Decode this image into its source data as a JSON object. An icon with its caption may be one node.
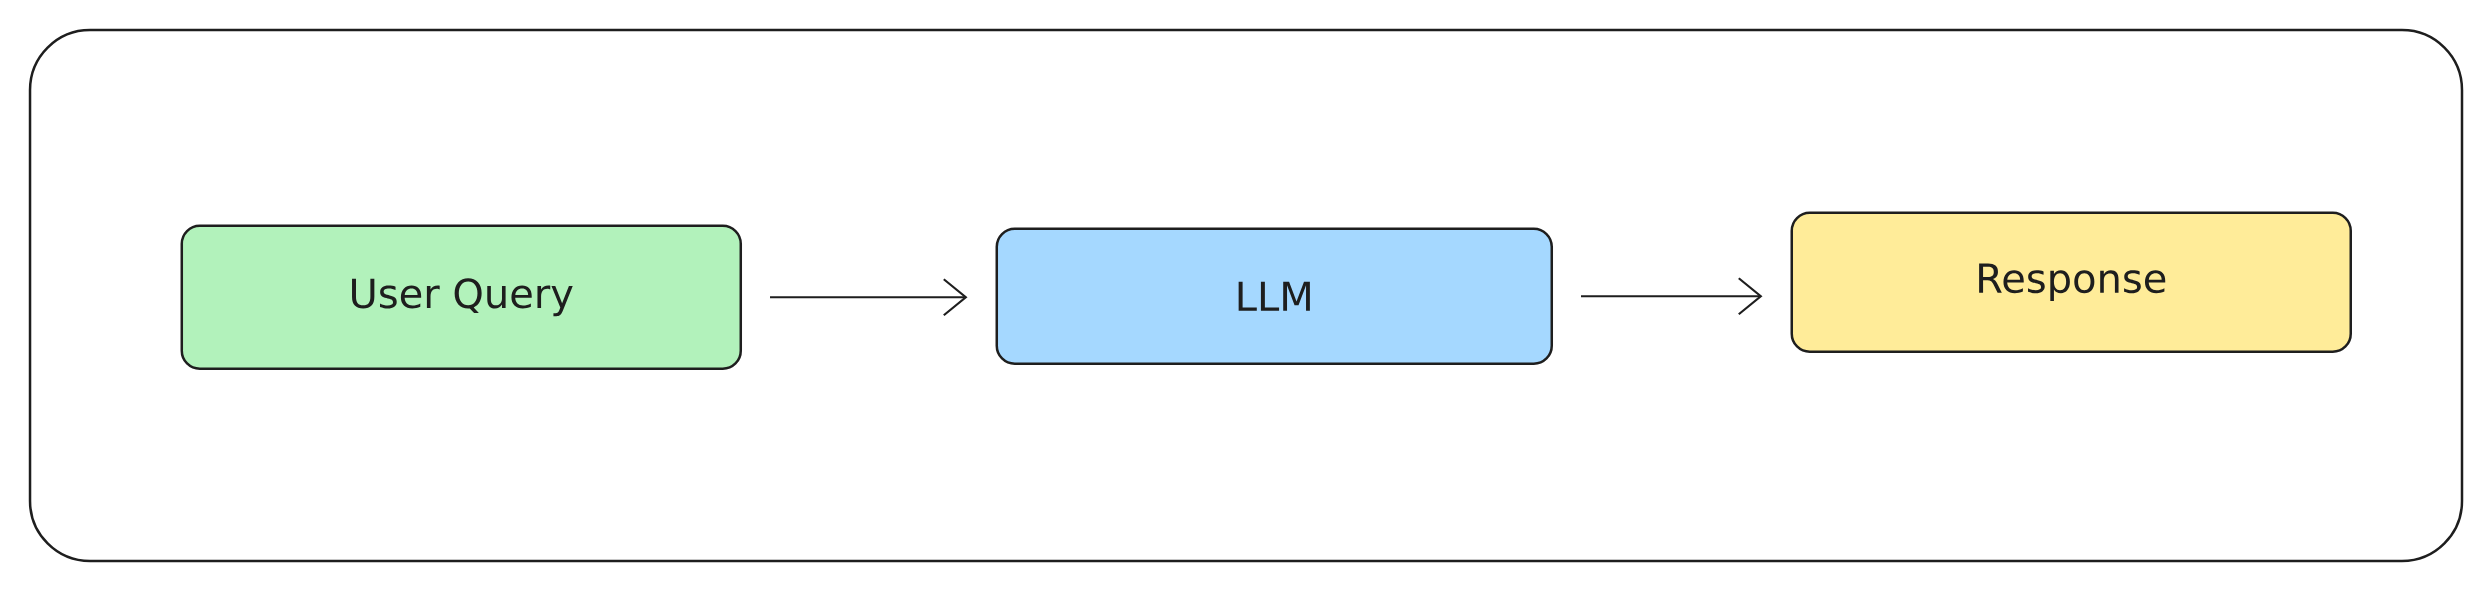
{
  "diagram": {
    "nodes": [
      {
        "text": [],
        "shape": "box"
      },
      {
        "text": [
          "User Query"
        ],
        "in": 0
      },
      {
        "text": [
          "LLM"
        ],
        "in": 0
      },
      {
        "text": [
          "Response"
        ],
        "in": 0
      }
    ],
    "edges": [
      {
        "from": 1,
        "to": 2,
        "arrow": "to"
      },
      {
        "from": 2,
        "to": 3,
        "arrow": "to"
      }
    ]
  }
}
